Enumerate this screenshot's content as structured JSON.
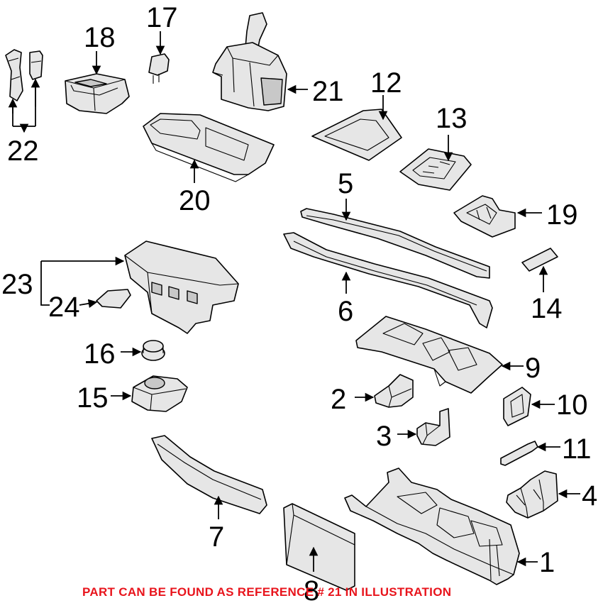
{
  "callouts": {
    "n1": "1",
    "n2": "2",
    "n3": "3",
    "n4": "4",
    "n5": "5",
    "n6": "6",
    "n7": "7",
    "n8": "8",
    "n9": "9",
    "n10": "10",
    "n11": "11",
    "n12": "12",
    "n13": "13",
    "n14": "14",
    "n15": "15",
    "n16": "16",
    "n17": "17",
    "n18": "18",
    "n19": "19",
    "n20": "20",
    "n21": "21",
    "n22": "22",
    "n23": "23",
    "n24": "24"
  },
  "caption": "PART CAN BE FOUND AS REFERENCE # 21 IN ILLUSTRATION",
  "colors": {
    "caption": "#e8141c",
    "linework": "#000000"
  }
}
